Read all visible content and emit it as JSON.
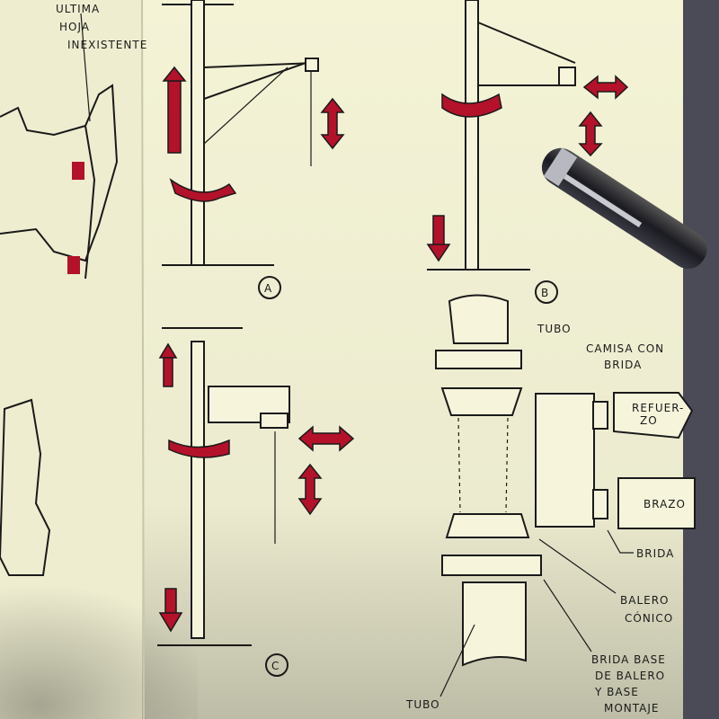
{
  "left_page": {
    "note": [
      "ULTIMA",
      "HOJA",
      "INEXISTENTE"
    ]
  },
  "diagrams": {
    "a": "A",
    "b": "B",
    "c": "C"
  },
  "labels": {
    "tubo_top": "TUBO",
    "camisa": [
      "CAMISA CON",
      "BRIDA"
    ],
    "refuerzo": [
      "REFUER-",
      "ZO"
    ],
    "brazo": "BRAZO",
    "brida": "BRIDA",
    "balero": [
      "BALERO",
      "CÓNICO"
    ],
    "brida_base": [
      "BRIDA BASE",
      "DE BALERO",
      "Y BASE",
      "MONTAJE"
    ],
    "tubo_bottom": "TUBO"
  },
  "colors": {
    "paper": "#f4f3d6",
    "ink": "#1a1a1a",
    "marker": "#b3122a",
    "pen": "#2a2a33"
  }
}
